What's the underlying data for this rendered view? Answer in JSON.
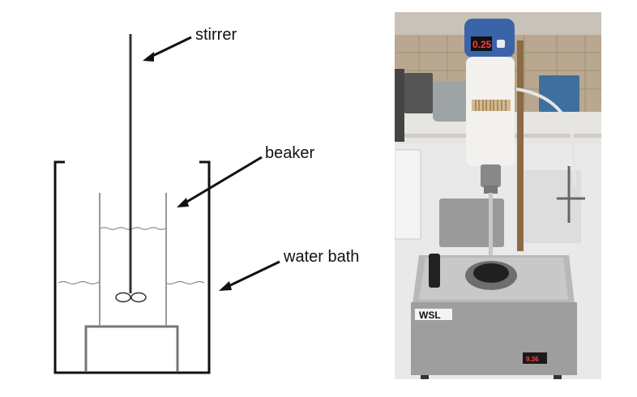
{
  "diagram": {
    "labels": {
      "stirrer": "stirrer",
      "beaker": "beaker",
      "water_bath": "water bath"
    }
  },
  "photo": {
    "stirrer_display": "0.25",
    "bath_brand": "WSL",
    "bath_display": "9.36"
  }
}
